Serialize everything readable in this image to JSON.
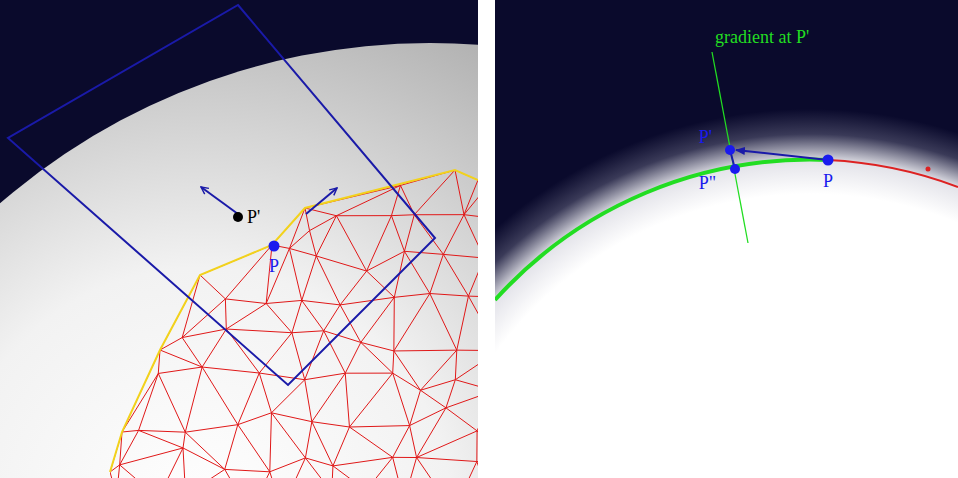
{
  "diagram": {
    "labels": [
      "P'",
      "P",
      "gradient at P'",
      "P'",
      "P\"",
      "P"
    ]
  }
}
